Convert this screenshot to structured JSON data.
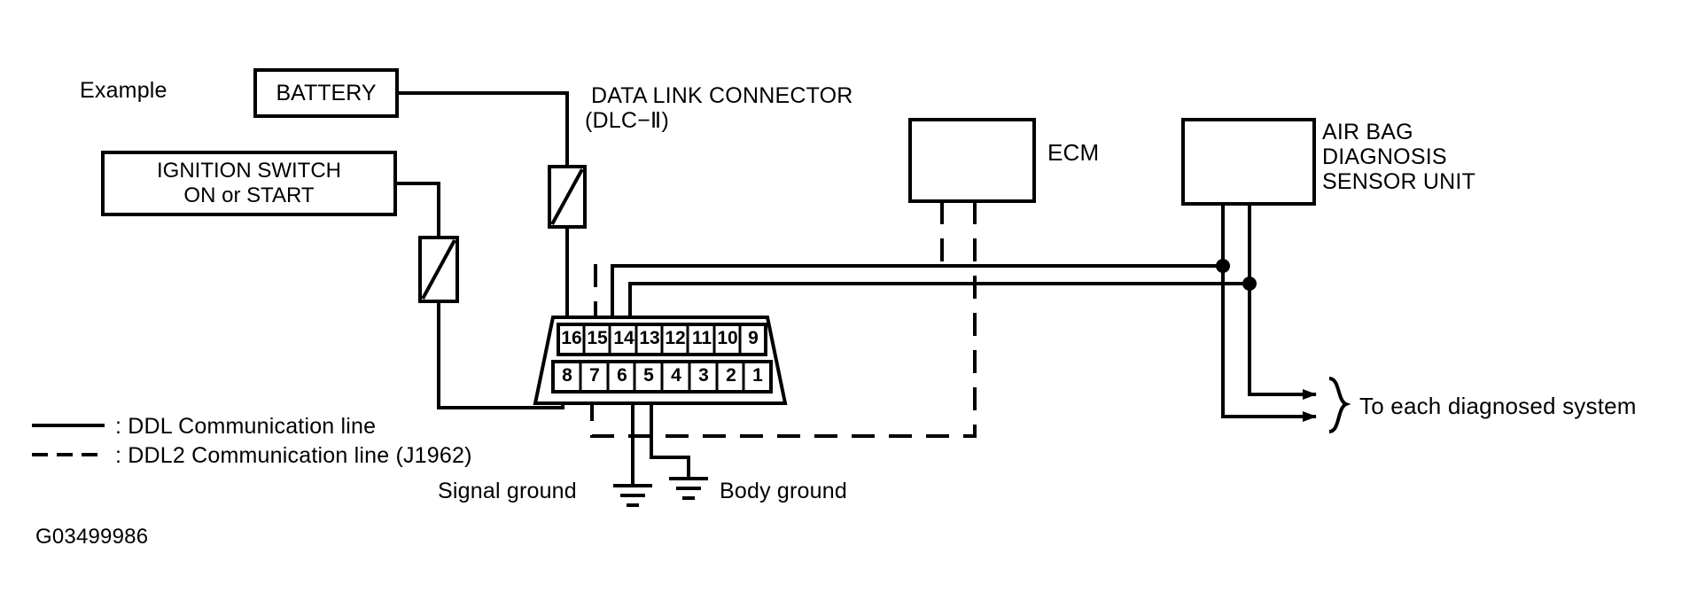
{
  "diagram": {
    "figure_id": "G03499986",
    "example_label": "Example",
    "blocks": {
      "battery": "BATTERY",
      "ignition_switch_line1": "IGNITION SWITCH",
      "ignition_switch_line2": "ON or START",
      "ecm": "ECM",
      "airbag_line1": "AIR BAG",
      "airbag_line2": "DIAGNOSIS",
      "airbag_line3": "SENSOR UNIT"
    },
    "connector": {
      "title_line1": "DATA LINK CONNECTOR",
      "title_line2": "(DLC−Ⅱ)",
      "top_row_pins": [
        "16",
        "15",
        "14",
        "13",
        "12",
        "11",
        "10",
        "9"
      ],
      "bottom_row_pins": [
        "8",
        "7",
        "6",
        "5",
        "4",
        "3",
        "2",
        "1"
      ]
    },
    "grounds": {
      "signal": "Signal ground",
      "body": "Body ground"
    },
    "legend": [
      {
        "style": "solid",
        "text": ": DDL Communication line"
      },
      {
        "style": "dashed",
        "text": ": DDL2 Communication line (J1962)"
      }
    ],
    "annotations": {
      "to_each_system": "To each diagnosed system"
    },
    "colors": {
      "ink": "#000000",
      "background": "#ffffff"
    }
  }
}
